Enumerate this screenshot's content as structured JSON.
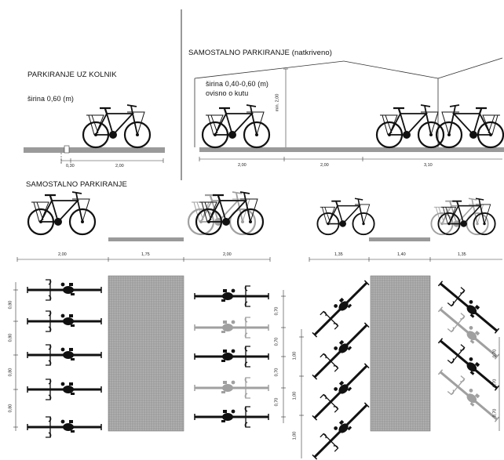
{
  "sections": {
    "curbside_title": "PARKIRANJE UZ KOLNIK",
    "curbside_width": "širina 0,60 (m)",
    "standalone_covered_title": "SAMOSTALNO PARKIRANJE (natkriveno)",
    "covered_width_line1": "širina 0,40-0,60 (m)",
    "covered_width_line2": "ovisno o kutu",
    "height_label": "min. 2,00",
    "standalone_title": "SAMOSTALNO PARKIRANJE"
  },
  "dimensions": {
    "curb_a": "0,30",
    "curb_b": "2,00",
    "covered_a": "2,00",
    "covered_b": "2,00",
    "covered_c": "3,10",
    "row2_left_a": "2,00",
    "row2_left_b": "1,75",
    "row2_left_c": "2,00",
    "row2_right_a": "1,35",
    "row2_right_b": "1,40",
    "row2_right_c": "1,35",
    "plan_left_spacing": [
      "0,80",
      "0,80",
      "0,80",
      "0,80"
    ],
    "plan_mid_spacing": [
      "0,70",
      "0,70",
      "0,70",
      "0,70"
    ],
    "plan_angled_spacing": [
      "1,00",
      "1,00",
      "1,00"
    ],
    "plan_right_spacing": [
      "0,70",
      "0,70",
      "0,70"
    ]
  }
}
